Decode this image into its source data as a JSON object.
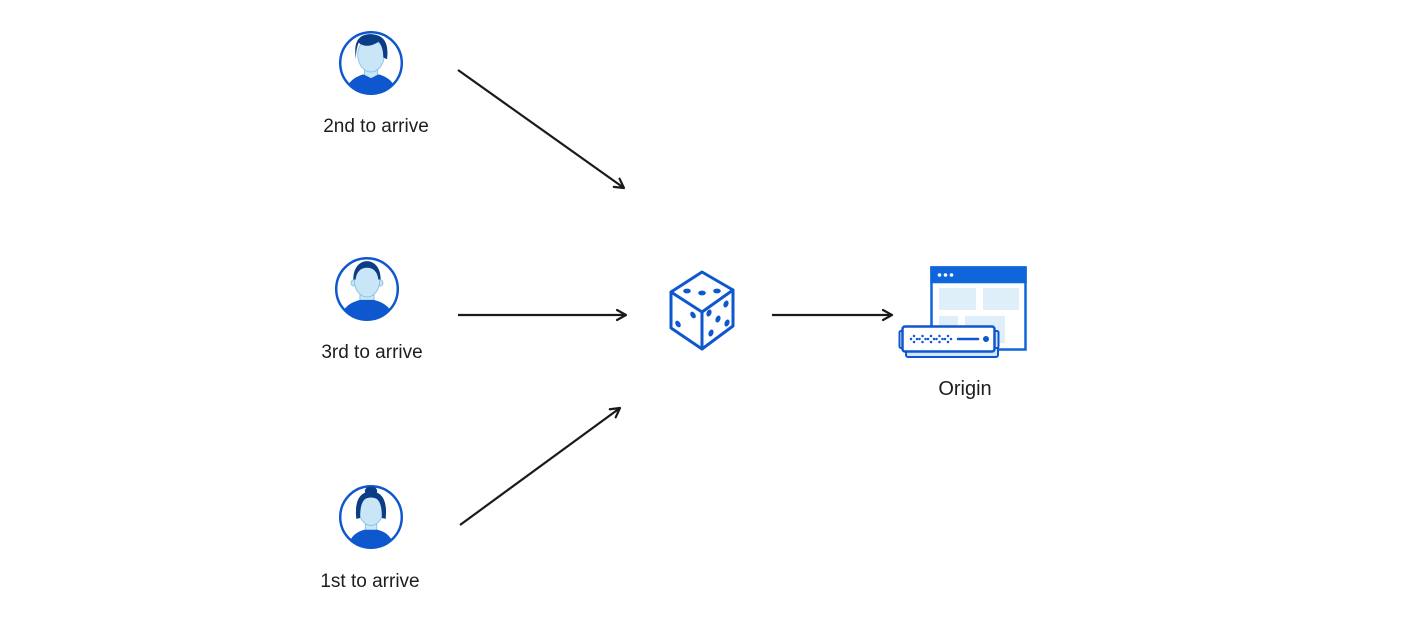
{
  "users": [
    {
      "label": "2nd to arrive",
      "icon": "male-quiff-avatar-icon"
    },
    {
      "label": "3rd to arrive",
      "icon": "male-short-hair-avatar-icon"
    },
    {
      "label": "1st to arrive",
      "icon": "female-bun-avatar-icon"
    }
  ],
  "router": {
    "icon": "dice-icon"
  },
  "origin": {
    "label": "Origin",
    "icon": "origin-server-browser-icon"
  },
  "colors": {
    "primary-blue": "#0E57CE",
    "titlebar-blue": "#0F65DA",
    "hair-navy": "#0A3D86",
    "face-light-blue": "#C9E6F6",
    "face-outline": "#8CC0E8",
    "panel-light-blue": "#DFEFF9",
    "server-shadow-blue": "#CFE7F7",
    "arrow-black": "#1A1A1A",
    "text-color": "#1D1D1F",
    "background": "#FFFFFF"
  }
}
